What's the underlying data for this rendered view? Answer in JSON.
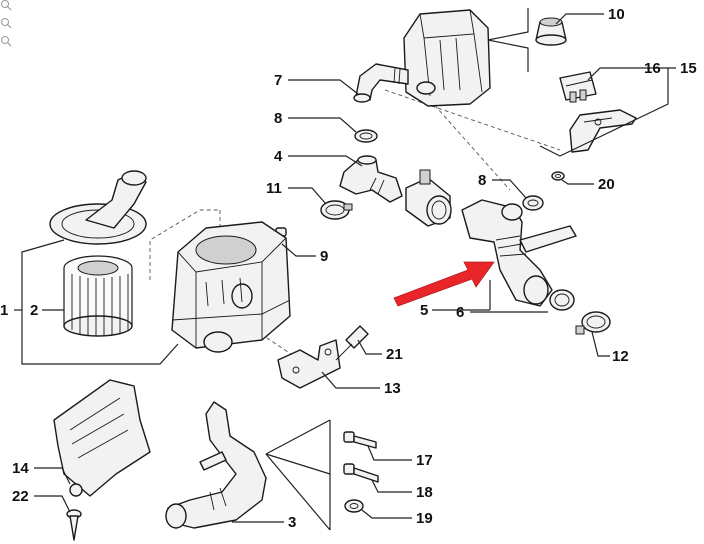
{
  "diagram": {
    "callouts": [
      {
        "id": "1",
        "label": "1"
      },
      {
        "id": "2",
        "label": "2"
      },
      {
        "id": "3",
        "label": "3"
      },
      {
        "id": "4",
        "label": "4"
      },
      {
        "id": "5",
        "label": "5"
      },
      {
        "id": "6",
        "label": "6"
      },
      {
        "id": "7",
        "label": "7"
      },
      {
        "id": "8a",
        "label": "8"
      },
      {
        "id": "8b",
        "label": "8"
      },
      {
        "id": "9",
        "label": "9"
      },
      {
        "id": "10",
        "label": "10"
      },
      {
        "id": "11",
        "label": "11"
      },
      {
        "id": "12",
        "label": "12"
      },
      {
        "id": "13",
        "label": "13"
      },
      {
        "id": "14",
        "label": "14"
      },
      {
        "id": "15",
        "label": "15"
      },
      {
        "id": "16",
        "label": "16"
      },
      {
        "id": "17",
        "label": "17"
      },
      {
        "id": "18",
        "label": "18"
      },
      {
        "id": "19",
        "label": "19"
      },
      {
        "id": "20",
        "label": "20"
      },
      {
        "id": "21",
        "label": "21"
      },
      {
        "id": "22",
        "label": "22"
      }
    ],
    "highlight_color": "#e8262a",
    "zoom_controls": [
      "zoom-in-icon",
      "zoom-out-icon",
      "search-icon"
    ]
  }
}
